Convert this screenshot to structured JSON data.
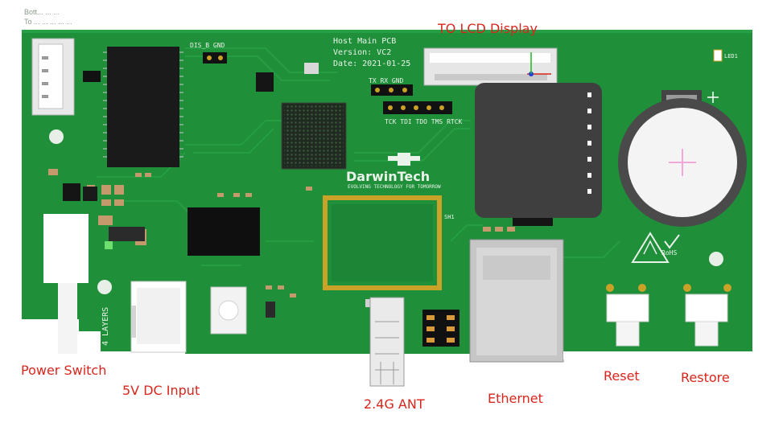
{
  "header_faint": [
    "Bott... ... ...",
    "To ... ... ... ... ..."
  ],
  "board": {
    "title": "Host Main PCB",
    "version": "Version: VC2",
    "date": "Date: 2021-01-25",
    "layers": "4 LAYERS",
    "brand": "DarwinTech",
    "brand_tagline": "EVOLVING TECHNOLOGY FOR TOMORROW",
    "debug_header": "DIS_B GND",
    "uart_header": "TX RX GND",
    "jtag_header": "TCK TDI TDO TMS RTCK",
    "shield": "SH1",
    "led_label": "LED1",
    "rohs": "RoHS"
  },
  "callouts": {
    "lcd": "TO LCD Display",
    "power_switch": "Power Switch",
    "dc_input": "5V DC Input",
    "ant": "2.4G ANT",
    "ethernet": "Ethernet",
    "reset": "Reset",
    "restore": "Restore"
  },
  "colors": {
    "pcb": "#1f8f3a",
    "silkscreen": "#e9f3e9",
    "callout": "#d9261c",
    "gold": "#c9a227"
  }
}
